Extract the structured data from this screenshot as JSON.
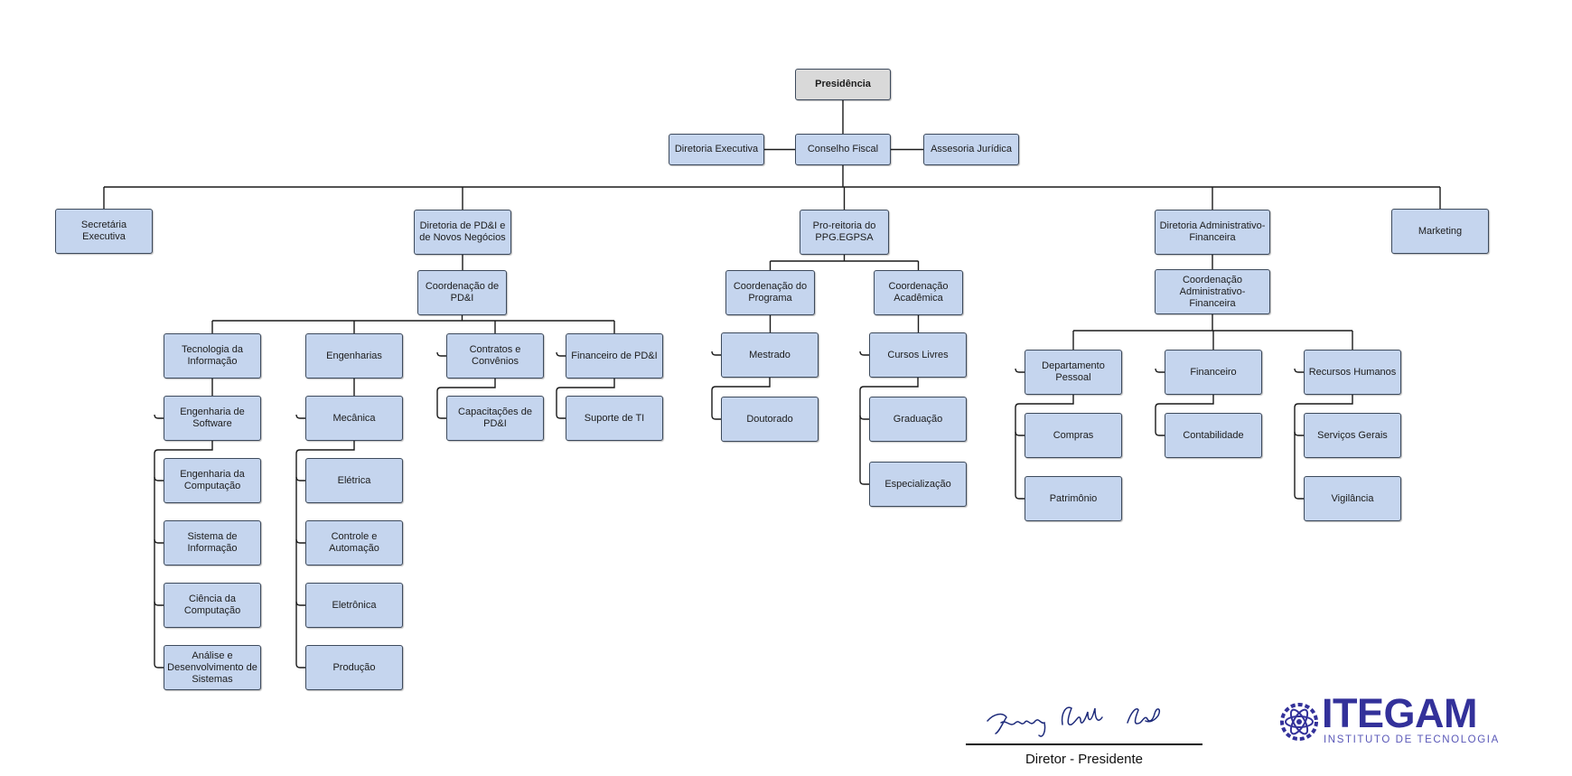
{
  "colors": {
    "node_fill": "#c5d5ee",
    "root_fill": "#d9d9d9",
    "border": "#3d4a5c",
    "line": "#1a1a1a",
    "logo": "#33319a"
  },
  "nodes": {
    "presidencia": "Presidência",
    "conselho_fiscal": "Conselho Fiscal",
    "diretoria_executiva": "Diretoria Executiva",
    "assessoria_juridica": "Assesoria Jurídica",
    "secretaria_executiva": "Secretária Executiva",
    "diretoria_pdi": "Diretoria de PD&I e de Novos Negócios",
    "pro_reitoria": "Pro-reitoria do PPG.EGPSA",
    "diretoria_adm_fin": "Diretoria Administrativo-Financeira",
    "marketing": "Marketing",
    "coord_pdi": "Coordenação de PD&I",
    "tecnologia_informacao": "Tecnologia da Informação",
    "engenharias": "Engenharias",
    "contratos_convenios": "Contratos e Convênios",
    "financeiro_pdi": "Financeiro de PD&I",
    "eng_software": "Engenharia de Software",
    "eng_computacao": "Engenharia da Computação",
    "sistema_informacao": "Sistema de Informação",
    "ciencia_computacao": "Ciência da Computação",
    "analise_sistemas": "Análise e Desenvolvimento de Sistemas",
    "mecanica": "Mecânica",
    "eletrica": "Elétrica",
    "controle_automacao": "Controle e Automação",
    "eletronica": "Eletrônica",
    "producao": "Produção",
    "capacitacoes_pdi": "Capacitações de PD&I",
    "suporte_ti": "Suporte de TI",
    "coord_programa": "Coordenação do Programa",
    "coord_academica": "Coordenação Acadêmica",
    "mestrado": "Mestrado",
    "doutorado": "Doutorado",
    "cursos_livres": "Cursos Livres",
    "graduacao": "Graduação",
    "especializacao": "Especialização",
    "coord_adm_fin": "Coordenação Administrativo-Financeira",
    "departamento_pessoal": "Departamento Pessoal",
    "compras": "Compras",
    "patrimonio": "Patrimônio",
    "financeiro": "Financeiro",
    "contabilidade": "Contabilidade",
    "recursos_humanos": "Recursos Humanos",
    "servicos_gerais": "Serviços Gerais",
    "vigilancia": "Vigilância"
  },
  "signature": {
    "caption": "Diretor - Presidente"
  },
  "logo": {
    "name": "ITEGAM",
    "subtitle": "INSTITUTO DE TECNOLOGIA"
  }
}
